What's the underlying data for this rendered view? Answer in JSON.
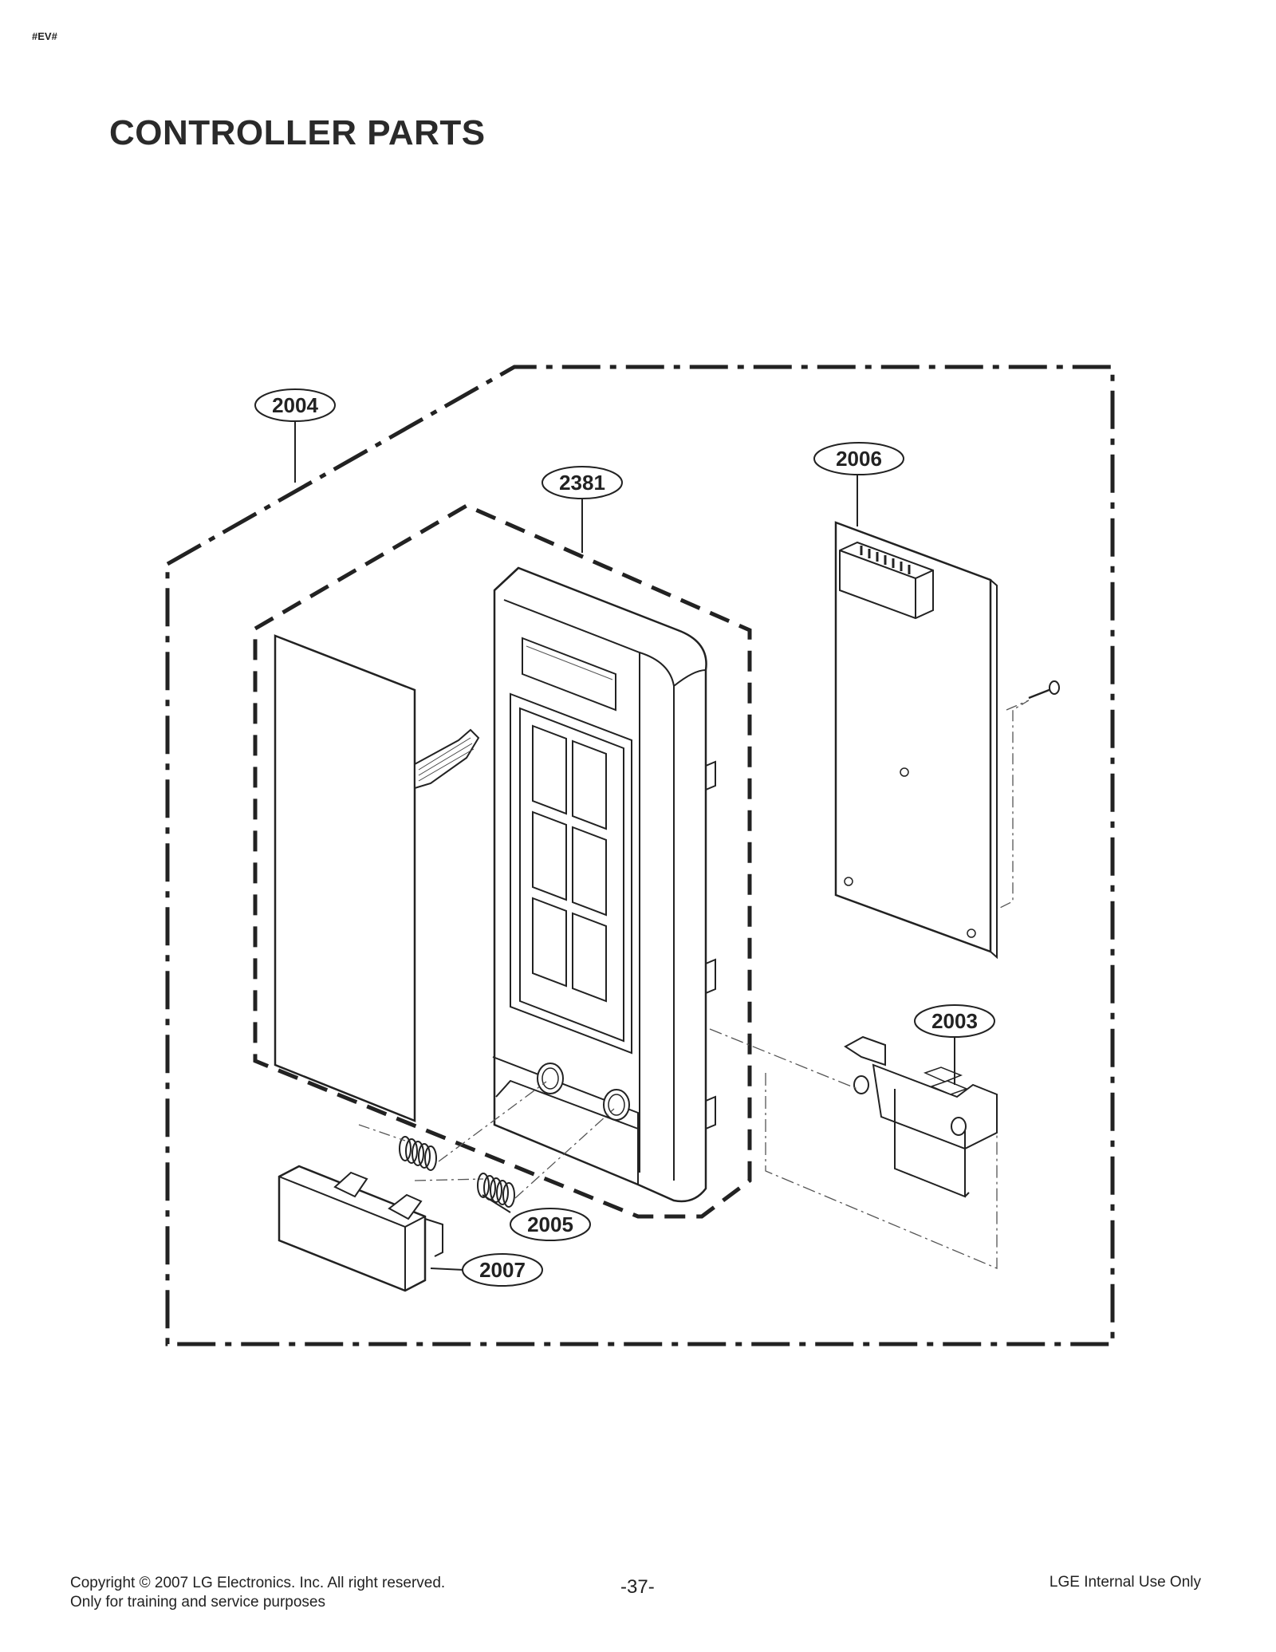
{
  "header": {
    "tag": "#EV#",
    "title": "CONTROLLER PARTS"
  },
  "callouts": {
    "c2004": "2004",
    "c2381": "2381",
    "c2006": "2006",
    "c2003": "2003",
    "c2005": "2005",
    "c2007": "2007"
  },
  "footer": {
    "copyright": "Copyright © 2007 LG Electronics. Inc. All right reserved.",
    "purpose": "Only for training and service purposes",
    "page": "-37-",
    "internal": "LGE Internal Use Only"
  }
}
